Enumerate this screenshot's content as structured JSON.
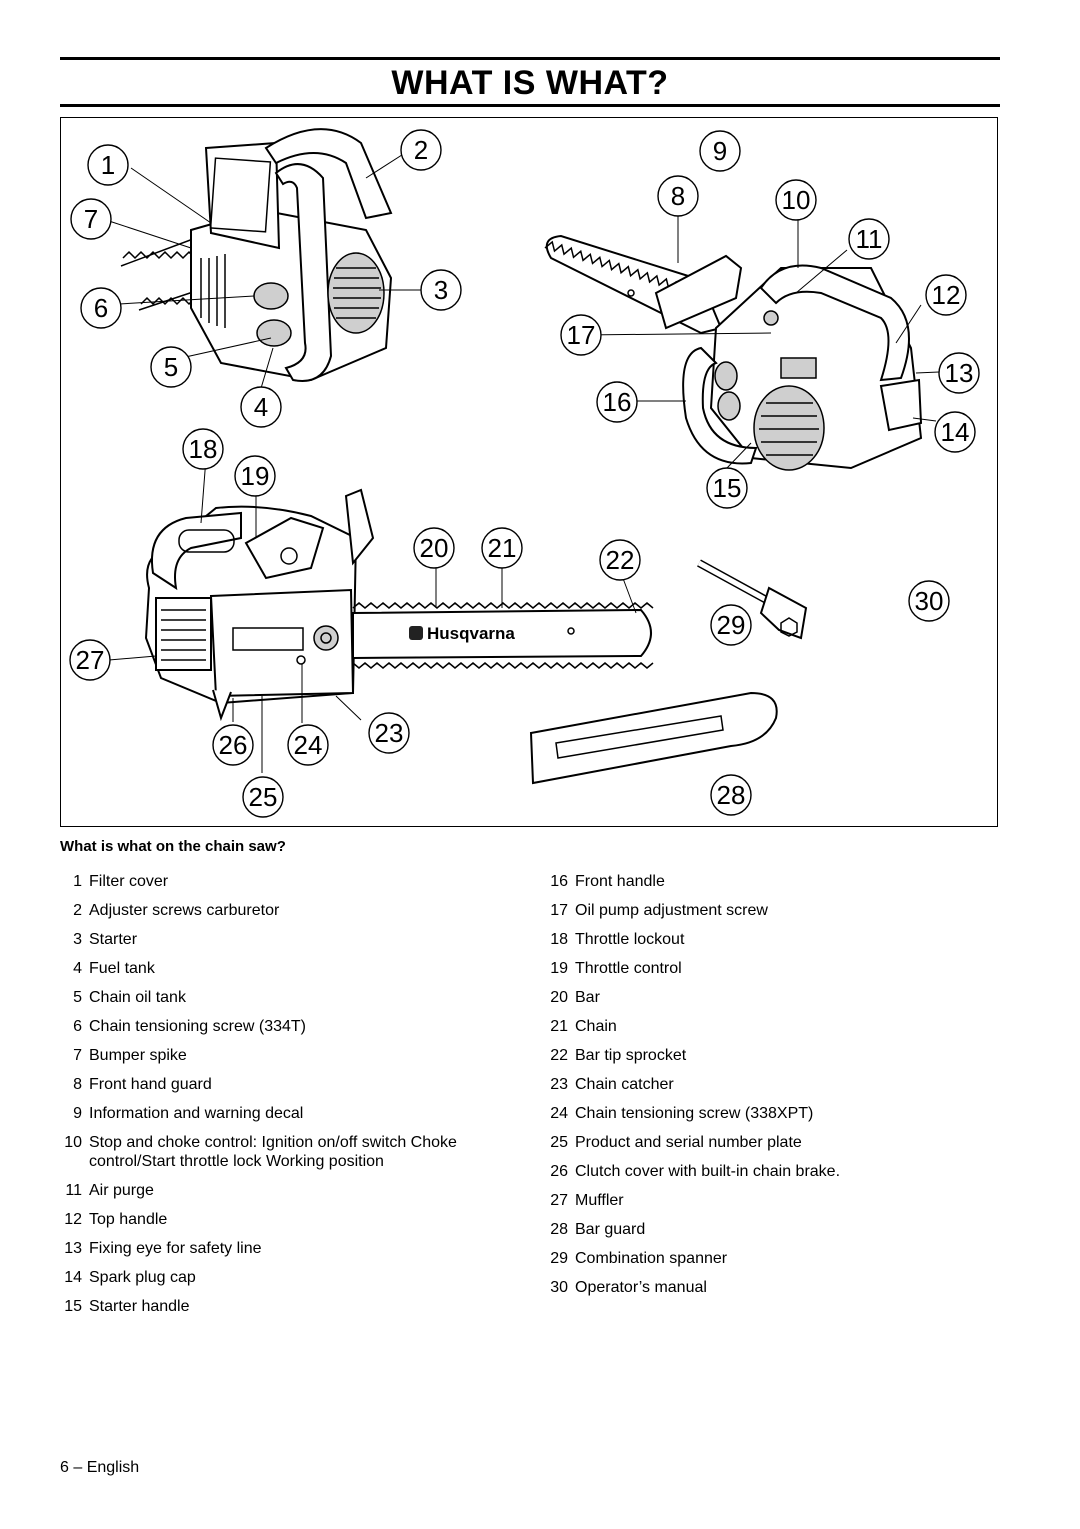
{
  "header": {
    "title": "WHAT IS WHAT?"
  },
  "figure": {
    "callouts": [
      "1",
      "2",
      "3",
      "4",
      "5",
      "6",
      "7",
      "8",
      "9",
      "10",
      "11",
      "12",
      "13",
      "14",
      "15",
      "16",
      "17",
      "18",
      "19",
      "20",
      "21",
      "22",
      "23",
      "24",
      "25",
      "26",
      "27",
      "28",
      "29",
      "30"
    ],
    "brand_logo_text": "Husqvarna"
  },
  "section": {
    "caption": "What is what on the chain saw?"
  },
  "parts_left": [
    {
      "num": "1",
      "label": "Filter cover"
    },
    {
      "num": "2",
      "label": "Adjuster screws carburetor"
    },
    {
      "num": "3",
      "label": "Starter"
    },
    {
      "num": "4",
      "label": "Fuel tank"
    },
    {
      "num": "5",
      "label": "Chain oil tank"
    },
    {
      "num": "6",
      "label": "Chain tensioning screw (334T)"
    },
    {
      "num": "7",
      "label": "Bumper spike"
    },
    {
      "num": "8",
      "label": "Front hand guard"
    },
    {
      "num": "9",
      "label": "Information and warning decal"
    },
    {
      "num": "10",
      "label": "Stop and choke control: Ignition on/off switch Choke control/Start throttle lock Working position"
    },
    {
      "num": "11",
      "label": "Air purge"
    },
    {
      "num": "12",
      "label": "Top handle"
    },
    {
      "num": "13",
      "label": "Fixing eye for safety line"
    },
    {
      "num": "14",
      "label": "Spark plug cap"
    },
    {
      "num": "15",
      "label": "Starter handle"
    }
  ],
  "parts_right": [
    {
      "num": "16",
      "label": "Front handle"
    },
    {
      "num": "17",
      "label": "Oil pump adjustment screw"
    },
    {
      "num": "18",
      "label": "Throttle lockout"
    },
    {
      "num": "19",
      "label": "Throttle control"
    },
    {
      "num": "20",
      "label": "Bar"
    },
    {
      "num": "21",
      "label": "Chain"
    },
    {
      "num": "22",
      "label": "Bar tip sprocket"
    },
    {
      "num": "23",
      "label": "Chain catcher"
    },
    {
      "num": "24",
      "label": "Chain tensioning screw (338XPT)"
    },
    {
      "num": "25",
      "label": "Product and serial number plate"
    },
    {
      "num": "26",
      "label": "Clutch cover with built-in chain brake."
    },
    {
      "num": "27",
      "label": "Muffler"
    },
    {
      "num": "28",
      "label": "Bar guard"
    },
    {
      "num": "29",
      "label": "Combination spanner"
    },
    {
      "num": "30",
      "label": "Operator’s manual"
    }
  ],
  "footer": {
    "text": "6 – English"
  }
}
